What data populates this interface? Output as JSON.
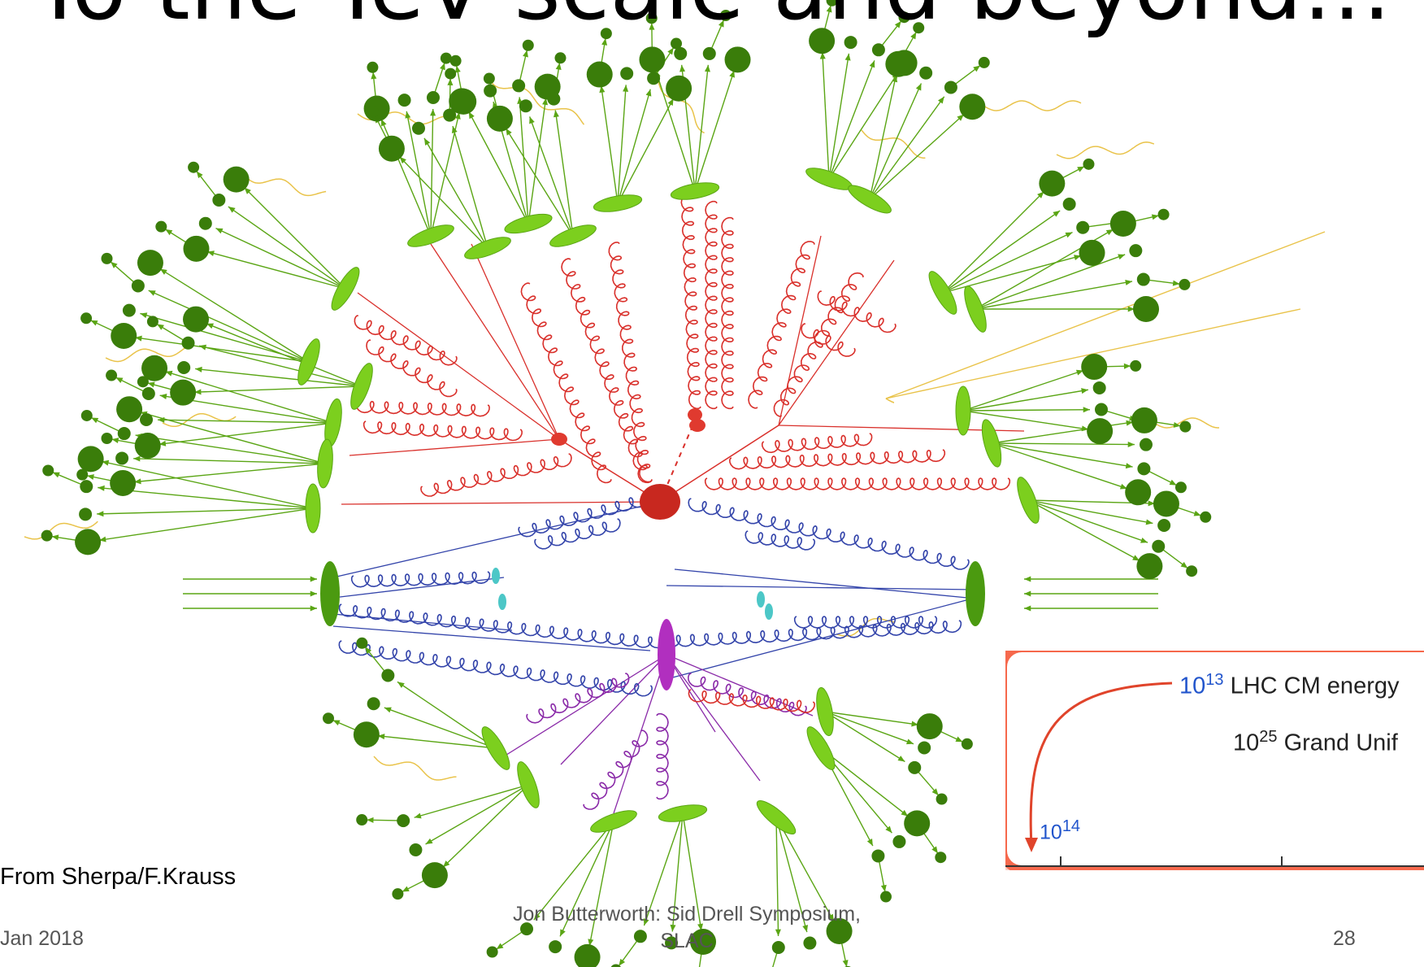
{
  "slide": {
    "title": "To the TeV scale and beyond…",
    "credit": "From Sherpa/F.Krauss",
    "footer_left": "Jan 2018",
    "footer_center_line1": "Jon Butterworth: Sid Drell Symposium,",
    "footer_center_line2": "SLAC",
    "page_number": "28"
  },
  "inset": {
    "row1_base": "10",
    "row1_exp": "13",
    "row1_text": "LHC CM energy",
    "row2_base": "10",
    "row2_exp": "25",
    "row2_text": "Grand Unif",
    "axis_base": "10",
    "axis_exp": "14",
    "border_color": "#f4513a",
    "arrow_color": "#e0442b",
    "exponent_color": "#2255cc"
  },
  "colors": {
    "hadron_green": "#3a7d0a",
    "cluster_green": "#7ccf1e",
    "parton_red": "#d9302b",
    "isr_blue": "#3344aa",
    "mpi_purple": "#8a2aa8",
    "remnant_cyan": "#4cc7c7",
    "photon_yellow": "#e9c34a"
  },
  "diagram_icons": [
    "hard-process-blob",
    "hadron-icon",
    "cluster-icon",
    "gluon-icon",
    "photon-icon"
  ]
}
